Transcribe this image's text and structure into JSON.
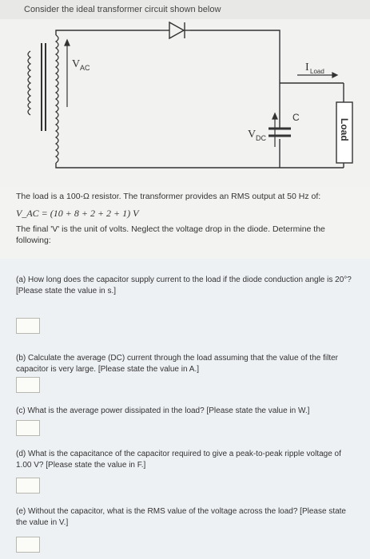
{
  "header": {
    "title": "Consider the ideal transformer circuit shown below"
  },
  "circuit": {
    "v_ac_label": "V",
    "v_ac_sub": "AC",
    "i_load_label": "I",
    "i_load_sub": "Load",
    "capacitor_label": "C",
    "v_dc_label": "V",
    "v_dc_sub": "DC",
    "load_label": "Load"
  },
  "problem": {
    "line1": "The load is a 100-Ω resistor. The transformer provides an RMS output at 50 Hz of:",
    "formula": "V_AC = (10 + 8 + 2 + 2 + 1) V",
    "line2": "The final 'V' is the unit of volts. Neglect the voltage drop in the diode. Determine the following:"
  },
  "questions": [
    {
      "text": "(a) How long does the capacitor supply current to the load if the diode conduction angle is 20°? [Please state the value in s.]",
      "answer": ""
    },
    {
      "text": "(b) Calculate the average (DC) current through the load assuming that the value of the filter capacitor is very large. [Please state the value in A.]",
      "answer": ""
    },
    {
      "text": "(c) What is the average power dissipated in the load? [Please state the value in W.]",
      "answer": ""
    },
    {
      "text": "(d) What is the capacitance of the capacitor required to give a peak-to-peak ripple voltage of 1.00 V? [Please state the value in F.]",
      "answer": ""
    },
    {
      "text": "(e) Without the capacitor, what is the RMS value of the voltage across the load? [Please state the value in V.]",
      "answer": ""
    }
  ]
}
